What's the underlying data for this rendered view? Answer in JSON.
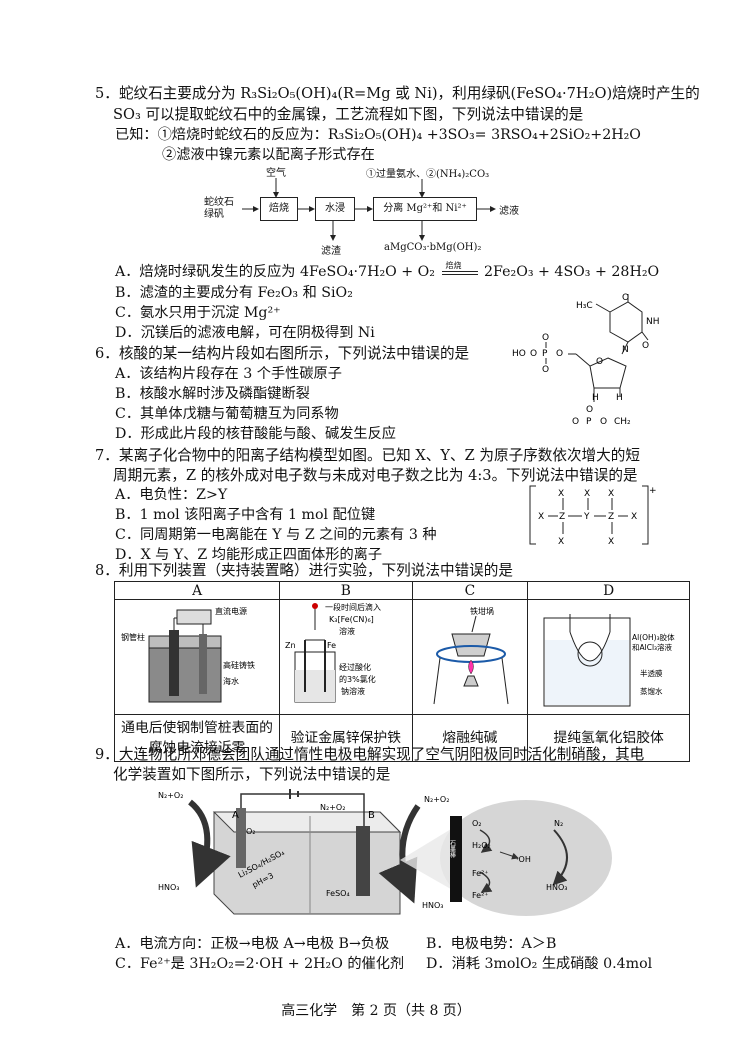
{
  "q5": {
    "stem1": "5．蛇纹石主要成分为 R₃Si₂O₅(OH)₄(R=Mg 或 Ni)，利用绿矾(FeSO₄·7H₂O)焙烧时产生的",
    "stem2": "SO₃ 可以提取蛇纹石中的金属镍，工艺流程如下图，下列说法中错误的是",
    "known1": "已知：①焙烧时蛇纹石的反应为：R₃Si₂O₅(OH)₄ +3SO₃= 3RSO₄+2SiO₂+2H₂O",
    "known2": "②滤液中镍元素以配离子形式存在",
    "flow": {
      "input_top": "空气",
      "input_left": "蛇纹石",
      "input_left2": "绿矾",
      "box1": "焙烧",
      "box2": "水浸",
      "box3": "分离 Mg²⁺和 Ni²⁺",
      "reagent": "①过量氨水、②(NH₄)₂CO₃",
      "output_right": "滤液",
      "out_b2": "滤渣",
      "out_b3": "aMgCO₃·bMg(OH)₂"
    },
    "A_pre": "A．焙烧时绿矾发生的反应为 4FeSO₄·7H₂O + O₂",
    "A_cond": "焙烧",
    "A_post": "2Fe₂O₃ + 4SO₃ + 28H₂O",
    "B": "B．滤渣的主要成分有 Fe₂O₃ 和 SiO₂",
    "C": "C．氨水只用于沉淀 Mg²⁺",
    "D": "D．沉镁后的滤液电解，可在阴极得到 Ni"
  },
  "q6": {
    "stem": "6．核酸的某一结构片段如右图所示，下列说法中错误的是",
    "A": "A．该结构片段存在 3 个手性碳原子",
    "B": "B．核酸水解时涉及磷酯键断裂",
    "C": "C．其单体戊糖与葡萄糖互为同系物",
    "D": "D．形成此片段的核苷酸能与酸、碱发生反应",
    "mol": {
      "o": "O",
      "h": "H",
      "n": "N",
      "nh": "NH",
      "ch3": "H₃C",
      "ho": "HO",
      "p": "P",
      "ch2": "CH₂"
    }
  },
  "q7": {
    "stem1": "7．某离子化合物中的阳离子结构模型如图。已知 X、Y、Z 为原子序数依次增大的短",
    "stem2": "周期元素，Z 的核外成对电子数与未成对电子数之比为 4:3。下列说法中错误的是",
    "A": "A．电负性：Z>Y",
    "B": "B．1 mol 该阳离子中含有 1 mol 配位键",
    "C": "C．同周期第一电离能在 Y 与 Z 之间的元素有 3 种",
    "D": "D．X 与 Y、Z 均能形成正四面体形的离子",
    "model": {
      "x": "X",
      "y": "Y",
      "z": "Z",
      "charge": "+"
    }
  },
  "q8": {
    "stem": "8．利用下列装置（夹持装置略）进行实验，下列说法中错误的是",
    "headers": [
      "A",
      "B",
      "C",
      "D"
    ],
    "captions": [
      "通电后使钢制管桩表面的腐蚀电流接近零",
      "验证金属锌保护铁",
      "熔融纯碱",
      "提纯氢氧化铝胶体"
    ],
    "labelsA": {
      "power": "直流电源",
      "pile": "钢管柱",
      "anode": "高硅铸铁",
      "water": "海水"
    },
    "labelsB": {
      "drop1": "一段时间后滴入",
      "drop2": "K₃[Fe(CN)₆]",
      "drop3": "溶液",
      "zn": "Zn",
      "fe": "Fe",
      "sol1": "经过酸化",
      "sol2": "的3%氯化",
      "sol3": "钠溶液"
    },
    "labelsC": {
      "crucible": "铁坩埚"
    },
    "labelsD": {
      "colloid1": "Al(OH)₃胶体",
      "colloid2": "和AlCl₃溶液",
      "membrane": "半透膜",
      "water": "蒸馏水"
    }
  },
  "q9": {
    "stem1": "9．大连物化所邓德会团队通过惰性电极电解实现了空气阴阳极同时活化制硝酸，其电",
    "stem2": "化学装置如下图所示，下列说法中错误的是",
    "labels": {
      "n2o2": "N₂+O₂",
      "hno3": "HNO₃",
      "a": "A",
      "b": "B",
      "elec": "Li₂SO₄/H₂SO₄",
      "ph": "pH=3",
      "feso4": "FeSO₄",
      "graphite": "石墨棒",
      "o2": "O₂",
      "h2o2": "H₂O₂",
      "oh": "·OH",
      "n2": "N₂",
      "fe2": "Fe²⁺",
      "o2small": "O₂"
    },
    "A": "A．电流方向：正极→电极 A→电极 B→负极",
    "B": "B．电极电势：A＞B",
    "C": "C．Fe²⁺是 3H₂O₂=2·OH + 2H₂O 的催化剂",
    "D": "D．消耗 3molO₂ 生成硝酸 0.4mol"
  },
  "footer": "高三化学　第 2 页（共 8 页）"
}
